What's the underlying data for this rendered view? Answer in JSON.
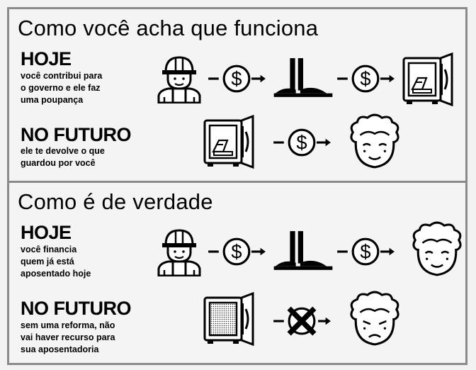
{
  "sections": [
    {
      "title": "Como você acha que funciona",
      "today": {
        "heading": "HOJE",
        "description": "você contribui  para\no governo e ele faz\numa poupança"
      },
      "future": {
        "heading": "NO FUTURO",
        "description": "ele te devolve o que\nguardou por você"
      }
    },
    {
      "title": "Como é de verdade",
      "today": {
        "heading": "HOJE",
        "description": "você financia\nquem já está\naposentado hoje"
      },
      "future": {
        "heading": "NO FUTURO",
        "description": "sem uma reforma, não\nvai haver recurso para\nsua aposentadoria"
      }
    }
  ],
  "icons": {
    "money": "$",
    "worker": "worker-icon",
    "government": "congress-building-icon",
    "safe": "safe-icon",
    "elder": "elder-face-icon",
    "blocked_money": "crossed-money-icon"
  },
  "colors": {
    "border": "#8a8a8a",
    "background": "#f4f4f4",
    "ink": "#000000"
  }
}
